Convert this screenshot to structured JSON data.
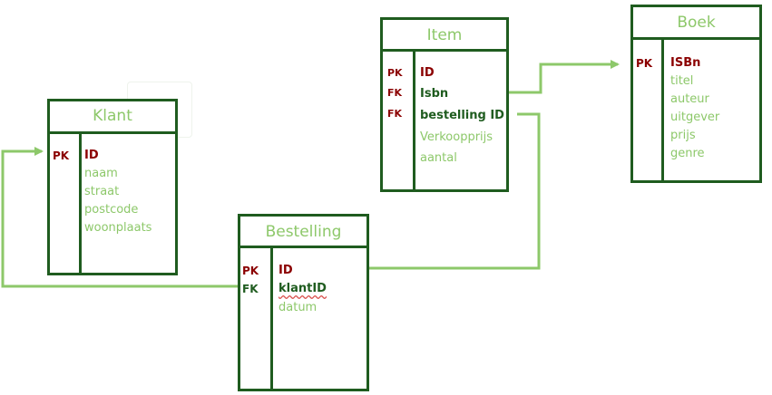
{
  "entities": {
    "klant": {
      "title": "Klant",
      "pk_label": "PK",
      "fields": [
        "ID",
        "naam",
        "straat",
        "postcode",
        "woonplaats"
      ]
    },
    "item": {
      "title": "Item",
      "pk_label": "PK",
      "fk1_label": "FK",
      "fk2_label": "FK",
      "fields": [
        "ID",
        "Isbn",
        "bestelling ID",
        "Verkoopprijs",
        "aantal"
      ]
    },
    "bestelling": {
      "title": "Bestelling",
      "pk_label": "PK",
      "fk_label": "FK",
      "fields": [
        "ID",
        "klantID",
        "datum"
      ]
    },
    "boek": {
      "title": "Boek",
      "pk_label": "PK",
      "fields": [
        "ISBn",
        "titel",
        "auteur",
        "uitgever",
        "prijs",
        "genre"
      ]
    }
  },
  "colors": {
    "border": "#1f5c1f",
    "key": "#8b0000",
    "attribute": "#8dc86a",
    "connector": "#8dc86a"
  }
}
